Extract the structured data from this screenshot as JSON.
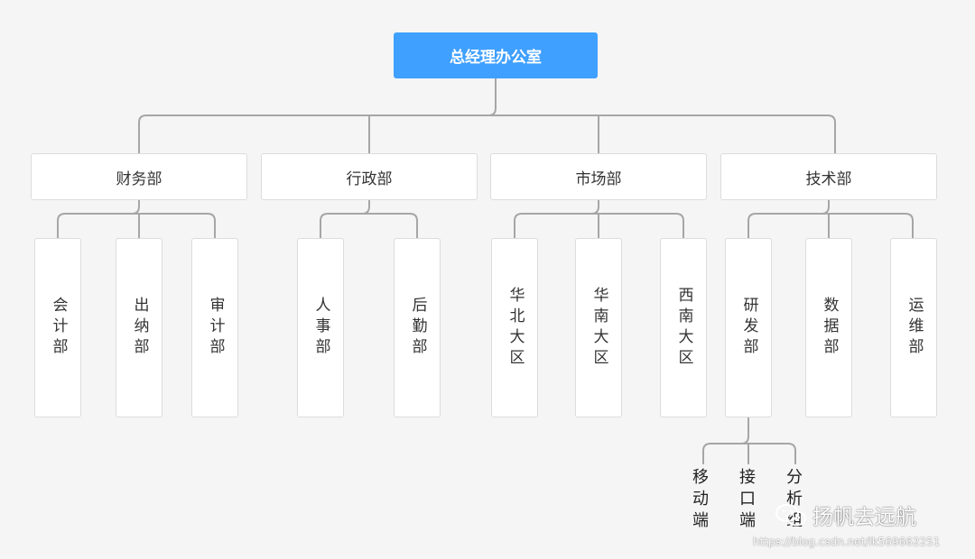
{
  "root": {
    "label": "总经理办公室"
  },
  "departments": [
    {
      "label": "财务部",
      "children": [
        "会计部",
        "出纳部",
        "审计部"
      ]
    },
    {
      "label": "行政部",
      "children": [
        "人事部",
        "后勤部"
      ]
    },
    {
      "label": "市场部",
      "children": [
        "华北大区",
        "华南大区",
        "西南大区"
      ]
    },
    {
      "label": "技术部",
      "children": [
        "研发部",
        "数据部",
        "运维部"
      ]
    }
  ],
  "rd_subteams": [
    "移动端",
    "接口端",
    "分析组"
  ],
  "watermark": {
    "account": "扬帆去远航",
    "url": "https://blog.csdn.net/lk569662251"
  },
  "colors": {
    "root_fill": "#40a0ff",
    "connector": "#a6a6a6",
    "node_border": "#dcdcdc",
    "background": "#f5f5f5"
  }
}
